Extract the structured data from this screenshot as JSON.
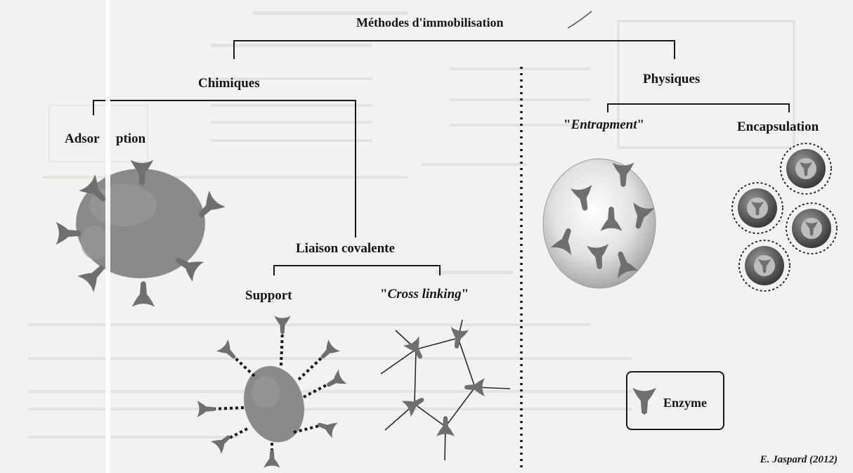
{
  "diagram": {
    "root": "Méthodes d'immobilisation",
    "chemical": "Chimiques",
    "physical": "Physiques",
    "adsorption_a": "Adsor",
    "adsorption_b": "ption",
    "covalent": "Liaison covalente",
    "support": "Support",
    "cross_linking": "Cross linking",
    "entrapment": "Entrapment",
    "encapsulation": "Encapsulation",
    "legend_label": "Enzyme",
    "credit": "E. Jaspard (2012)"
  },
  "colors": {
    "ink": "#1a1a1a",
    "carrier": "#8a8a8a",
    "enzyme": "#6f6f6f",
    "capsule": "#4a4a4a"
  }
}
